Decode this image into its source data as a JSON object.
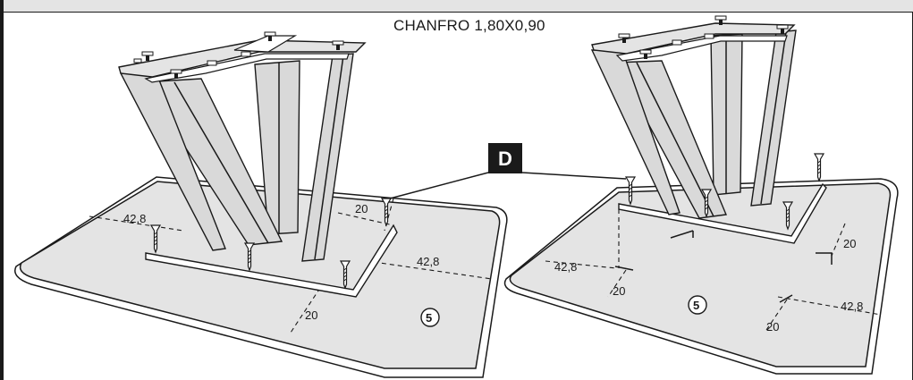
{
  "title": "CHANFRO 1,80X0,90",
  "callout_label": "D",
  "step_number": "5",
  "dims": {
    "l_left": "42,8",
    "l_right": "42,8",
    "l_top": "20",
    "l_bottom": "20",
    "r_left": "42,8",
    "r_right": "42,8",
    "r_top": "20",
    "r_bottom": "20"
  },
  "colors": {
    "ink": "#1a1a1a",
    "panel": "#e4e4e4",
    "wood": "#d9d9d9",
    "background": "#ffffff"
  }
}
